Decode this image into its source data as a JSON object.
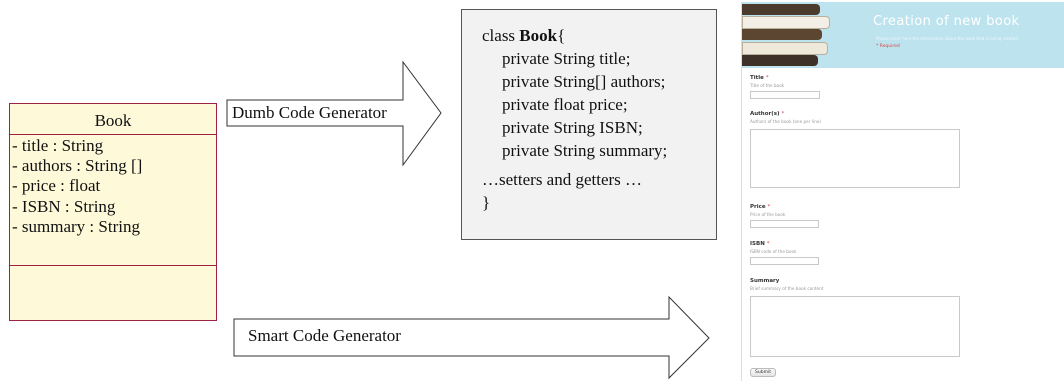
{
  "uml": {
    "class_name": "Book",
    "attributes": [
      "- title : String",
      "- authors : String []",
      "- price : float",
      "- ISBN : String",
      "- summary : String"
    ]
  },
  "arrows": {
    "dumb_label": "Dumb Code Generator",
    "smart_label": "Smart Code Generator"
  },
  "code": {
    "class_prefix": "class ",
    "class_name": "Book",
    "class_open": "{",
    "fields": [
      "private String title;",
      "private String[] authors;",
      "private float price;",
      "private String ISBN;",
      "private String summary;"
    ],
    "setters_getters": "…setters and getters …",
    "class_close": "}"
  },
  "form": {
    "banner_title": "Creation of new book",
    "banner_subtitle": "Please enter here the information about the book that is being created",
    "banner_required": "* Required",
    "fields": {
      "title": {
        "label": "Title",
        "required": "*",
        "hint": "Title of the book"
      },
      "authors": {
        "label": "Author(s)",
        "required": "*",
        "hint": "Authors of the book (one per line)"
      },
      "price": {
        "label": "Price",
        "required": "*",
        "hint": "Price of the book"
      },
      "isbn": {
        "label": "ISBN",
        "required": "*",
        "hint": "ISBN code of the book"
      },
      "summary": {
        "label": "Summary",
        "hint": "Brief summary of the book content"
      }
    },
    "submit_label": "Submit"
  }
}
